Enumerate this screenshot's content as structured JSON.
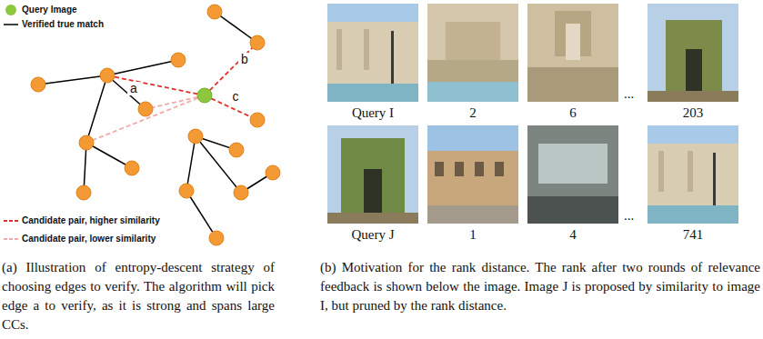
{
  "diagram": {
    "labels": [
      "a",
      "b",
      "c",
      "Query I",
      "2",
      "6",
      "...",
      "203",
      "Query J",
      "1",
      "4",
      "...",
      "741",
      "(a) Illustration of entropy-descent strategy of choosing edges to verify. The algorithm will pick edge a to verify, as it is strong and spans large CCs.",
      "(b) Motivation for the rank distance. The rank after two rounds of relevance feedback is shown below the image. Image J is proposed by similarity to image I, but pruned by the rank distance."
    ],
    "legend": [
      {
        "text": "Query Image",
        "color": "#8dc63f"
      },
      {
        "text": "Verified true match"
      },
      {
        "text": "Candidate pair, higher similarity"
      },
      {
        "text": "Candidate pair, lower similarity"
      }
    ]
  }
}
